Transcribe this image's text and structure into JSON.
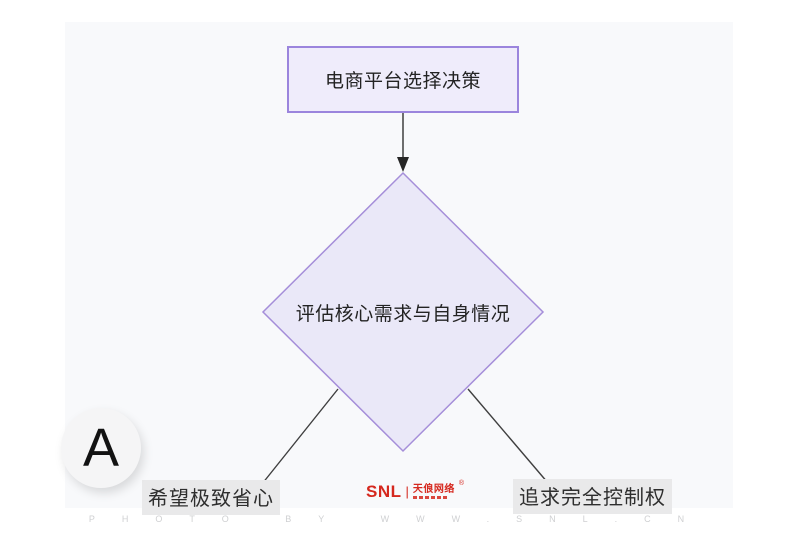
{
  "flowchart": {
    "nodes": {
      "start": {
        "label": "电商平台选择决策",
        "type": "process"
      },
      "decision": {
        "label": "评估核心需求与自身情况",
        "type": "decision"
      },
      "branch_left": {
        "label": "希望极致省心"
      },
      "branch_right": {
        "label": "追求完全控制权"
      }
    }
  },
  "annotation_badge": {
    "letter": "A"
  },
  "logo": {
    "brand": "SNL",
    "divider": "|",
    "company_name": "天俍网络",
    "registered_mark": "®"
  },
  "watermark": {
    "photo_credit": "PHOTO BY WWW.SNL.CN"
  },
  "colors": {
    "panel_bg": "#f8f9fb",
    "node_fill": "#efecfb",
    "node_border": "#9b85dd",
    "diamond_fill": "#eae8f8",
    "diamond_border": "#a58ed9",
    "connector": "#3f3f3f",
    "arrowhead": "#262626",
    "label_bg": "#e9e9ea",
    "logo_red": "#d5281e",
    "watermark_gray": "#cfd0d2"
  }
}
